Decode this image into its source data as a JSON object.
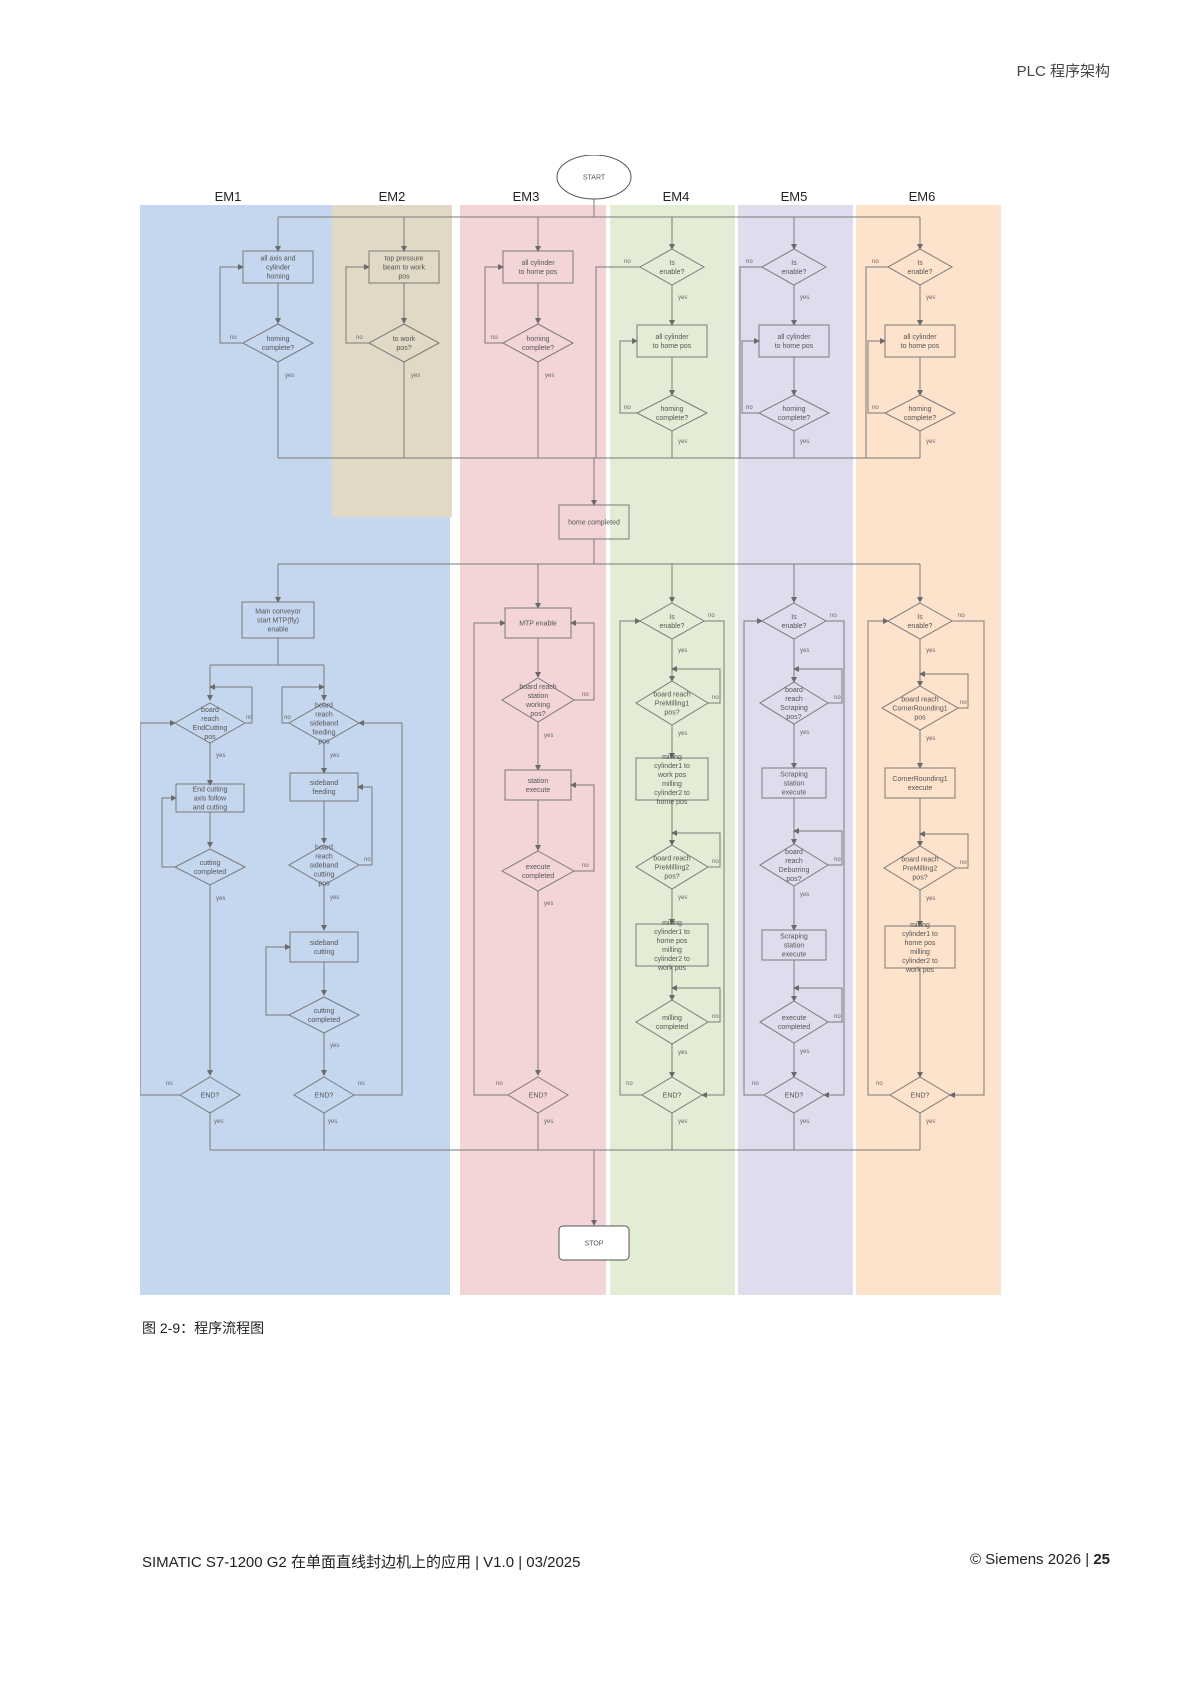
{
  "header": {
    "title": "PLC 程序架构"
  },
  "figure": {
    "lanes": [
      "EM1",
      "EM2",
      "EM3",
      "EM4",
      "EM5",
      "EM6"
    ],
    "lane_colors": [
      "#c5d6ef",
      "#e1d9c6",
      "#f3d5d8",
      "#e3edd6",
      "#e1dced",
      "#fde2cc"
    ],
    "start": "START",
    "stop": "STOP",
    "merge": "home completed",
    "labels": {
      "yes": "yes",
      "no": "no"
    },
    "em1": {
      "h1": "all axis and cylinder homing",
      "h2": "homing complete?",
      "c1": "Main conveyor start MTP(fly) enable",
      "a1": "board reach EndCutting pos",
      "a2": "End cutting axis follow and cutting",
      "a3": "cutting completed",
      "a4": "END?",
      "b1": "board reach sideband feeding pos",
      "b2": "sideband feeding",
      "b3": "board reach sideband cutting pos",
      "b4": "sideband cutting",
      "b5": "cutting completed",
      "b6": "END?"
    },
    "em2": {
      "h1": "top pressure beam to work pos",
      "h2": "to work pos?"
    },
    "em3": {
      "h1": "all cylinder to home pos",
      "h2": "homing complete?",
      "p1": "MTP enable",
      "p2": "board reach station working pos?",
      "p3": "station execute",
      "p4": "execute completed",
      "p5": "END?"
    },
    "em4": {
      "h0": "Is enable?",
      "h1": "all cylinder to home pos",
      "h2": "homing complete?",
      "p0": "Is enable?",
      "p1": "board reach PreMilling1 pos?",
      "p2": "milling cylinder1 to work pos milling cylinder2 to home pos",
      "p3": "board reach PreMilling2 pos?",
      "p4": "milling cylinder1 to home pos milling cylinder2 to work pos",
      "p5": "milling completed",
      "p6": "END?"
    },
    "em5": {
      "h0": "Is enable?",
      "h1": "all cylinder to home pos",
      "h2": "homing complete?",
      "p0": "Is enable?",
      "p1": "board reach Scraping pos?",
      "p2": "Scraping station execute",
      "p3": "board reach Deburring pos?",
      "p4": "Scraping station execute",
      "p5": "execute completed",
      "p6": "END?"
    },
    "em6": {
      "h0": "Is enable?",
      "h1": "all cylinder to home pos",
      "h2": "homing complete?",
      "p0": "Is enable?",
      "p1": "board reach CornerRounding1 pos",
      "p2": "CornerRounding1 execute",
      "p3": "board reach PreMilling2 pos?",
      "p4": "milling cylinder1 to home pos milling cylinder2 to work pos",
      "p5": "END?"
    }
  },
  "caption": "图 2-9：程序流程图",
  "footer": {
    "left": "SIMATIC S7-1200 G2 在单面直线封边机上的应用 | V1.0 | 03/2025",
    "right_prefix": "© Siemens 2026 | ",
    "page": "25"
  }
}
